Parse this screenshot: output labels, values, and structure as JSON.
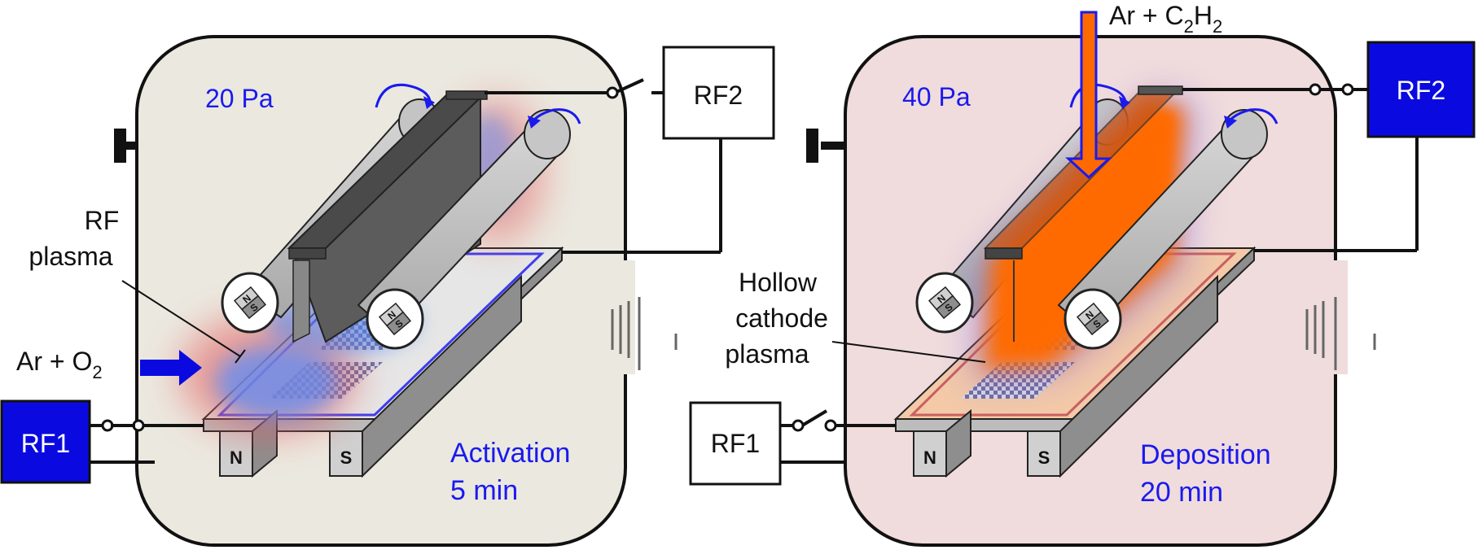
{
  "left_panel": {
    "pressure": "20 Pa",
    "stage_line1": "Activation",
    "stage_line2": "5 min",
    "gas_prefix": "Ar + O",
    "gas_sub": "2",
    "plasma_line1": "RF",
    "plasma_line2": "plasma",
    "rf1": "RF1",
    "rf2": "RF2",
    "magnet_n": "N",
    "magnet_s": "S",
    "roller_n": "N",
    "roller_s": "S"
  },
  "right_panel": {
    "pressure": "40 Pa",
    "stage_line1": "Deposition",
    "stage_line2": "20 min",
    "gas_a": "Ar + C",
    "gas_a_sub": "2",
    "gas_b": "H",
    "gas_b_sub": "2",
    "plasma_line1": "Hollow",
    "plasma_line2": "cathode",
    "plasma_line3": "plasma",
    "rf1": "RF1",
    "rf2": "RF2",
    "magnet_n": "N",
    "magnet_s": "S",
    "roller_n": "N",
    "roller_s": "S"
  },
  "colors": {
    "left_chamber": "#ebe8df",
    "right_chamber": "#f0dcdc",
    "rf_active": "#0a0ae0",
    "label_blue": "#1a1aee",
    "hollow_plasma": "#ff6a00"
  }
}
